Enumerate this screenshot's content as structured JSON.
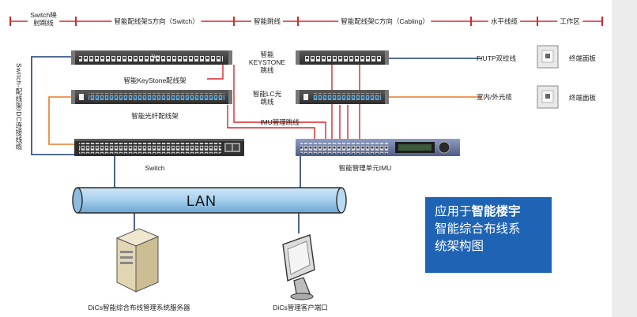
{
  "ruler": {
    "sec1": "Switch映",
    "sec1b": "射跳线",
    "sec2": "智能配线架S方向（Switch）",
    "sec3": "智能跳线",
    "sec4": "智能配线架C方向（Cabling）",
    "sec5": "水平线缆",
    "sec6": "工作区"
  },
  "labels": {
    "vertical_cable": "Switch-配线架IDC连接线缆",
    "keystone_panel": "智能KeyStone配线架",
    "fiber_panel": "智能光纤配线架",
    "switch": "Switch",
    "smart_keystone_1": "智能",
    "smart_keystone_2": "KEYSTONE",
    "smart_keystone_3": "跳线",
    "smart_lc_1": "智能LC光",
    "smart_lc_2": "跳线",
    "imu_patch": "IMU管理跳线",
    "imu": "智能管理单元IMU",
    "utp_cable": "F/UTP双绞线",
    "fiber_cable": "室内/外光缆",
    "faceplate_1": "终端面板",
    "faceplate_2": "终端面板",
    "lan": "LAN",
    "server": "DiCs智能综合布线管理系统服务器",
    "client": "DiCs管理客户端口",
    "brand": "Tkm"
  },
  "callout": {
    "line1_prefix": "应用于",
    "line1_bold": "智能楼宇",
    "line2": "智能综合布线系",
    "line3": "统架构图"
  },
  "colors": {
    "ruler_red": "#d9262c",
    "orange_cable": "#ea7c2a",
    "navy_cable": "#1f3b73",
    "red_cable": "#d9262c",
    "callout_bg": "#1f64b4",
    "device_dark": "#3a3a3a",
    "imu_blue": "#6f7fa8"
  }
}
